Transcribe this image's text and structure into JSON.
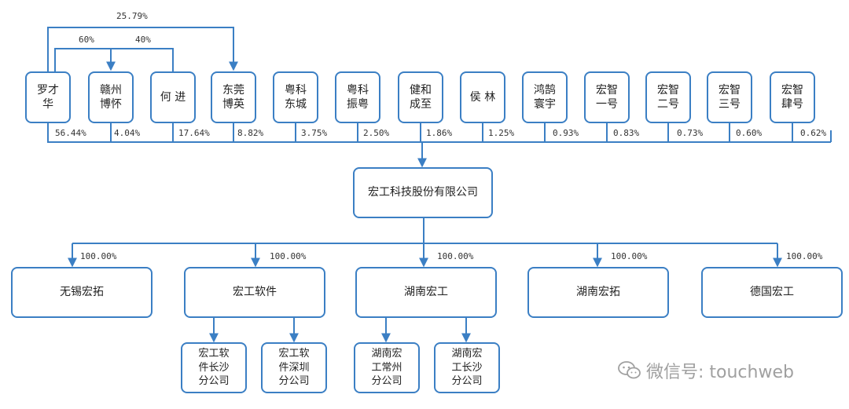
{
  "shareholders": [
    {
      "name": "罗才\n华",
      "pct": "56.44%"
    },
    {
      "name": "赣州\n博怀",
      "pct": "4.04%"
    },
    {
      "name": "何 进",
      "pct": "17.64%"
    },
    {
      "name": "东莞\n博英",
      "pct": "8.82%"
    },
    {
      "name": "粤科\n东城",
      "pct": "3.75%"
    },
    {
      "name": "粤科\n振粤",
      "pct": "2.50%"
    },
    {
      "name": "健和\n成至",
      "pct": "1.86%"
    },
    {
      "name": "侯 林",
      "pct": "1.25%"
    },
    {
      "name": "鸿鹄\n寰宇",
      "pct": "0.93%"
    },
    {
      "name": "宏智\n一号",
      "pct": "0.83%"
    },
    {
      "name": "宏智\n二号",
      "pct": "0.73%"
    },
    {
      "name": "宏智\n三号",
      "pct": "0.60%"
    },
    {
      "name": "宏智\n肆号",
      "pct": "0.62%"
    }
  ],
  "cross_holdings": {
    "luo_to_dongguan": "25.79%",
    "luo_to_ganzhou": "60%",
    "he_to_ganzhou": "40%"
  },
  "company": "宏工科技股份有限公司",
  "subsidiaries": [
    {
      "name": "无锡宏拓",
      "pct": "100.00%"
    },
    {
      "name": "宏工软件",
      "pct": "100.00%"
    },
    {
      "name": "湖南宏工",
      "pct": "100.00%"
    },
    {
      "name": "湖南宏拓",
      "pct": "100.00%"
    },
    {
      "name": "德国宏工",
      "pct": "100.00%"
    }
  ],
  "branches": [
    {
      "name": "宏工软\n件长沙\n分公司"
    },
    {
      "name": "宏工软\n件深圳\n分公司"
    },
    {
      "name": "湖南宏\n工常州\n分公司"
    },
    {
      "name": "湖南宏\n工长沙\n分公司"
    }
  ],
  "watermark": "微信号: touchweb",
  "colors": {
    "line": "#3b7fc4",
    "box_border": "#3b7fc4"
  }
}
